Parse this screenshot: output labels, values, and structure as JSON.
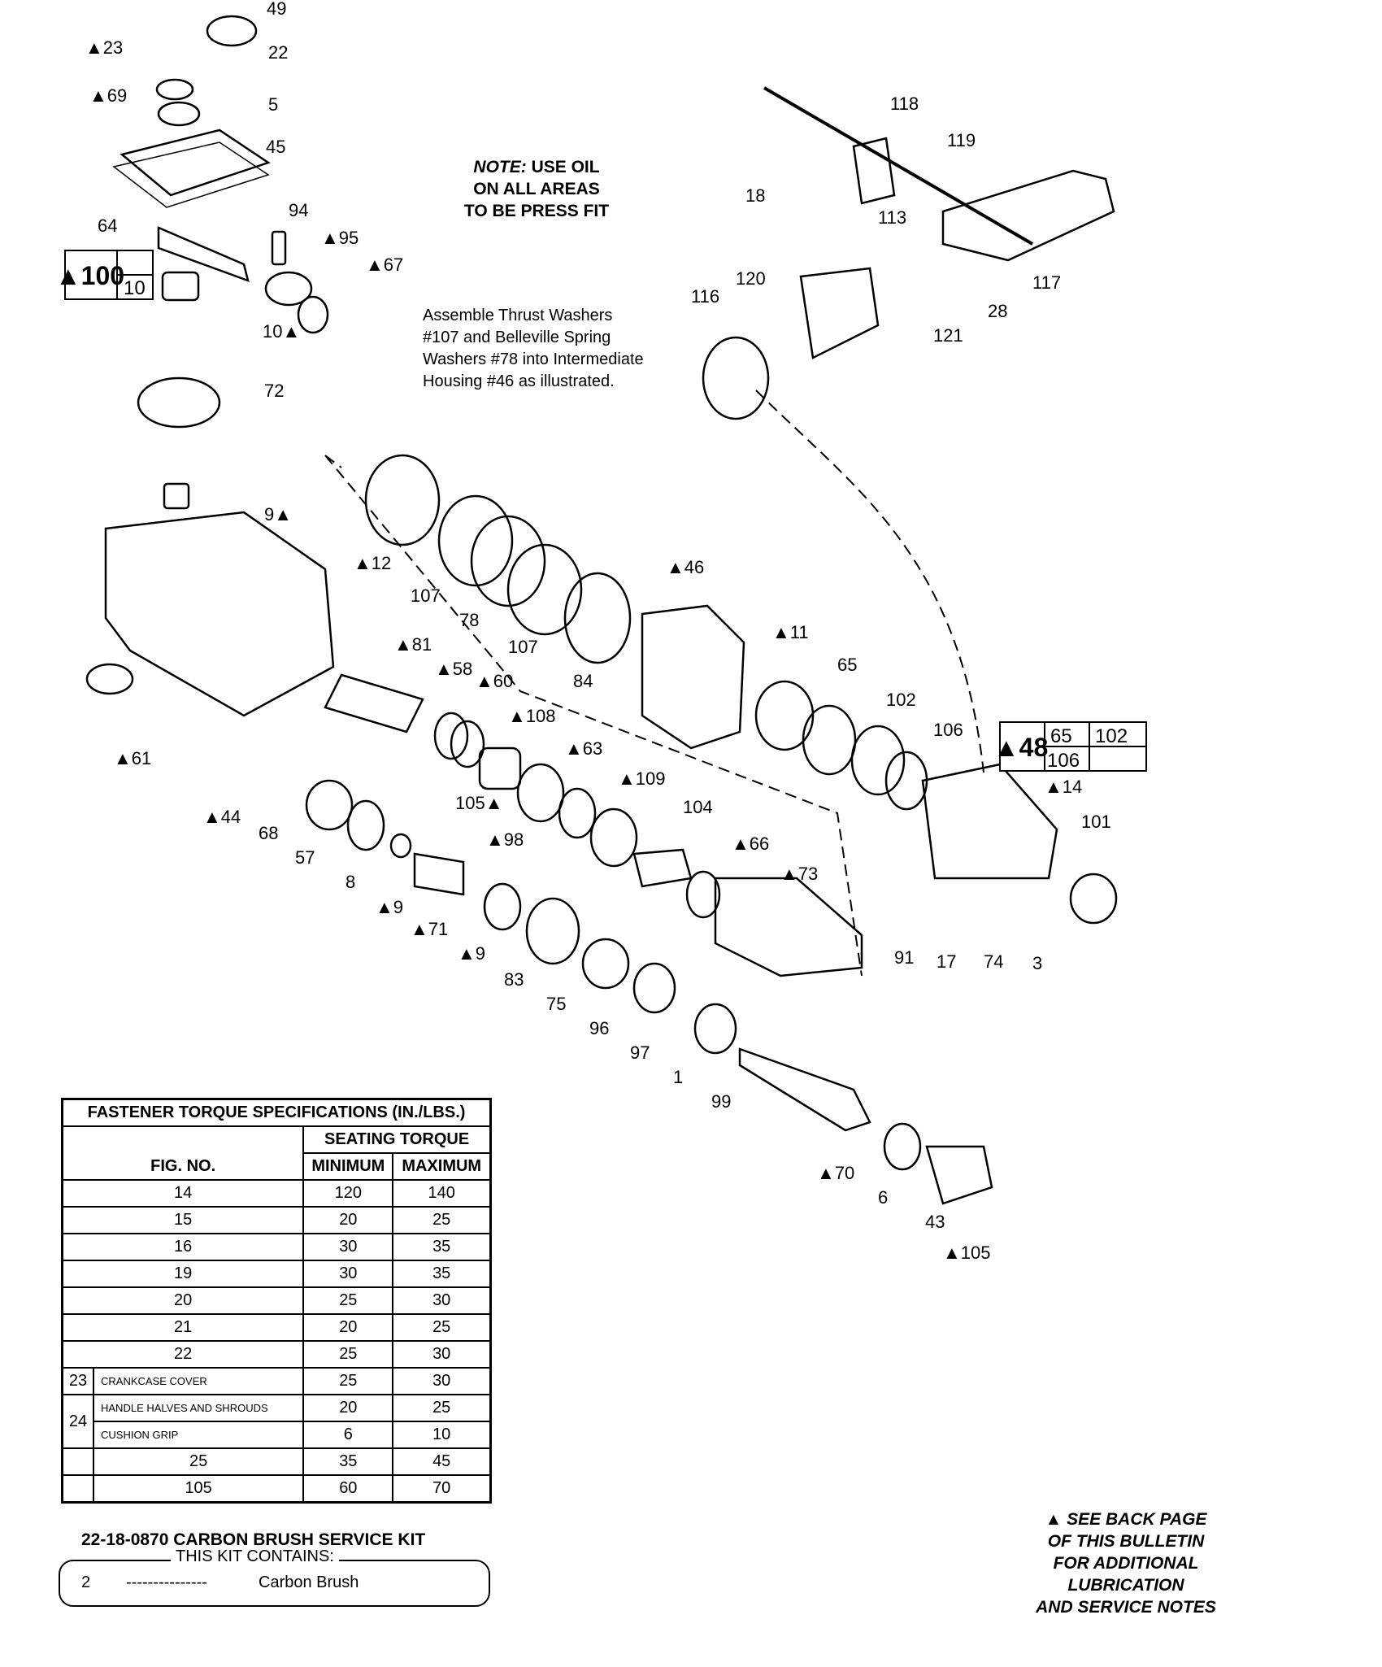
{
  "notes": {
    "oil_note_em": "NOTE:",
    "oil_note_line1": "USE OIL",
    "oil_note_line2": "ON ALL AREAS",
    "oil_note_line3": "TO BE PRESS FIT",
    "assembly_line1": "Assemble Thrust Washers",
    "assembly_line2": "#107 and Belleville Spring",
    "assembly_line3": "Washers #78 into Intermediate",
    "assembly_line4": "Housing #46 as illustrated.",
    "back_line1": "▲ SEE BACK PAGE",
    "back_line2": "OF THIS BULLETIN",
    "back_line3": "FOR ADDITIONAL",
    "back_line4": "LUBRICATION",
    "back_line5": "AND SERVICE NOTES"
  },
  "callouts": [
    {
      "id": "c49",
      "text": "49"
    },
    {
      "id": "c23",
      "text": "▲23"
    },
    {
      "id": "c22",
      "text": "22"
    },
    {
      "id": "c69",
      "text": "▲69"
    },
    {
      "id": "c5",
      "text": "5"
    },
    {
      "id": "c45",
      "text": "45"
    },
    {
      "id": "c64",
      "text": "64"
    },
    {
      "id": "c94",
      "text": "94"
    },
    {
      "id": "c95",
      "text": "▲95"
    },
    {
      "id": "c67",
      "text": "▲67"
    },
    {
      "id": "c10",
      "text": "10▲"
    },
    {
      "id": "c72",
      "text": "72"
    },
    {
      "id": "c9a",
      "text": "9▲"
    },
    {
      "id": "c12",
      "text": "▲12"
    },
    {
      "id": "c107a",
      "text": "107"
    },
    {
      "id": "c78",
      "text": "78"
    },
    {
      "id": "c107b",
      "text": "107"
    },
    {
      "id": "c46",
      "text": "▲46"
    },
    {
      "id": "c84",
      "text": "84"
    },
    {
      "id": "c81",
      "text": "▲81"
    },
    {
      "id": "c58",
      "text": "▲58"
    },
    {
      "id": "c60",
      "text": "▲60"
    },
    {
      "id": "c108",
      "text": "▲108"
    },
    {
      "id": "c63",
      "text": "▲63"
    },
    {
      "id": "c109",
      "text": "▲109"
    },
    {
      "id": "c104",
      "text": "104"
    },
    {
      "id": "c66",
      "text": "▲66"
    },
    {
      "id": "c73",
      "text": "▲73"
    },
    {
      "id": "c11",
      "text": "▲11"
    },
    {
      "id": "c65",
      "text": "65"
    },
    {
      "id": "c102",
      "text": "102"
    },
    {
      "id": "c106",
      "text": "106"
    },
    {
      "id": "c14",
      "text": "▲14"
    },
    {
      "id": "c101",
      "text": "101"
    },
    {
      "id": "c61",
      "text": "▲61"
    },
    {
      "id": "c44",
      "text": "▲44"
    },
    {
      "id": "c68",
      "text": "68"
    },
    {
      "id": "c57",
      "text": "57"
    },
    {
      "id": "c8",
      "text": "8"
    },
    {
      "id": "c9b",
      "text": "▲9"
    },
    {
      "id": "c71",
      "text": "▲71"
    },
    {
      "id": "c9c",
      "text": "▲9"
    },
    {
      "id": "c83",
      "text": "83"
    },
    {
      "id": "c75",
      "text": "75"
    },
    {
      "id": "c96",
      "text": "96"
    },
    {
      "id": "c97",
      "text": "97"
    },
    {
      "id": "c1",
      "text": "1"
    },
    {
      "id": "c99",
      "text": "99"
    },
    {
      "id": "c70",
      "text": "▲70"
    },
    {
      "id": "c6",
      "text": "6"
    },
    {
      "id": "c43",
      "text": "43"
    },
    {
      "id": "c105a",
      "text": "105▲"
    },
    {
      "id": "c105b",
      "text": "▲105"
    },
    {
      "id": "c98",
      "text": "▲98"
    },
    {
      "id": "c91",
      "text": "91"
    },
    {
      "id": "c17",
      "text": "17"
    },
    {
      "id": "c74",
      "text": "74"
    },
    {
      "id": "c3",
      "text": "3"
    },
    {
      "id": "c118",
      "text": "118"
    },
    {
      "id": "c119",
      "text": "119"
    },
    {
      "id": "c18",
      "text": "18"
    },
    {
      "id": "c113",
      "text": "113"
    },
    {
      "id": "c117",
      "text": "117"
    },
    {
      "id": "c120",
      "text": "120"
    },
    {
      "id": "c28",
      "text": "28"
    },
    {
      "id": "c116",
      "text": "116"
    },
    {
      "id": "c121",
      "text": "121"
    }
  ],
  "kit100": {
    "big": "▲100",
    "sub": "10"
  },
  "kit48": {
    "big": "▲48",
    "a": "65",
    "b": "102",
    "c": "106"
  },
  "torque_table": {
    "title": "FASTENER TORQUE SPECIFICATIONS (IN./LBS.)",
    "group_header": "SEATING TORQUE",
    "col_fig": "FIG. NO.",
    "col_min": "MINIMUM",
    "col_max": "MAXIMUM",
    "rows": [
      {
        "fig": "14",
        "min": "120",
        "max": "140"
      },
      {
        "fig": "15",
        "min": "20",
        "max": "25"
      },
      {
        "fig": "16",
        "min": "30",
        "max": "35"
      },
      {
        "fig": "19",
        "min": "30",
        "max": "35"
      },
      {
        "fig": "20",
        "min": "25",
        "max": "30"
      },
      {
        "fig": "21",
        "min": "20",
        "max": "25"
      },
      {
        "fig": "22",
        "min": "25",
        "max": "30"
      }
    ],
    "row23": {
      "fig": "23",
      "desc": "CRANKCASE COVER",
      "min": "25",
      "max": "30"
    },
    "row24a": {
      "fig": "24",
      "desc": "HANDLE HALVES AND SHROUDS",
      "min": "20",
      "max": "25"
    },
    "row24b": {
      "desc": "CUSHION GRIP",
      "min": "6",
      "max": "10"
    },
    "row25": {
      "fig": "25",
      "min": "35",
      "max": "45"
    },
    "row105": {
      "fig": "105",
      "min": "60",
      "max": "70"
    }
  },
  "kit": {
    "title": "22-18-0870 CARBON BRUSH SERVICE KIT",
    "contains": "THIS KIT CONTAINS:",
    "qty": "2",
    "dash": "---------------",
    "item": "Carbon Brush"
  }
}
